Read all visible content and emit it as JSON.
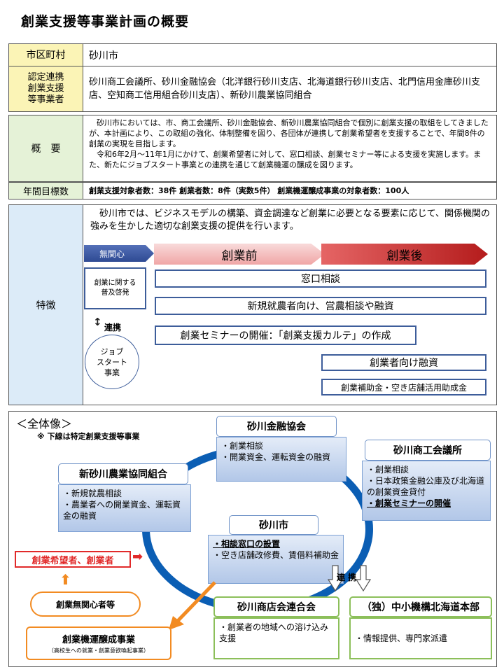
{
  "title": "創業支援等事業計画の概要",
  "info": {
    "municipality_label": "市区町村",
    "municipality": "砂川市",
    "partners_label": "認定連携\n創業支援\n等事業者",
    "partners": "砂川商工会議所、砂川金融協会（北洋銀行砂川支店、北海道銀行砂川支店、北門信用金庫砂川支店、空知商工信用組合砂川支店）、新砂川農業協同組合"
  },
  "summary": {
    "label": "概　要",
    "p1": "砂川市においては、市、商工会議所、砂川金融協会、新砂川農業協同組合で個別に創業支援の取組をしてきましたが、本計画により、この取組の強化、体制整備を図り、各団体が連携して創業希望者を支援することで、年間8件の創業の実現を目指します。",
    "p2": "令和6年2月～11年1月にかけて、創業希望者に対して、窓口相談、創業セミナー等による支援を実施します。また、新たにジョブスタート事業との連携を通じて創業機運の醸成を図ります。"
  },
  "target": {
    "label": "年間目標数",
    "text": "創業支援対象者数：38件  創業者数：8件（実数5件）  創業機運醸成事業の対象者数：100人"
  },
  "features": {
    "label": "特徴",
    "desc": "砂川市では、ビジネスモデルの構築、資金調達など創業に必要となる要素に応じて、関係機関の強みを生かした適切な創業支援の提供を行います。",
    "stage1": "無関心",
    "stage2": "創業前",
    "stage3": "創業後",
    "awareness": "創業に関する\n普及啓発",
    "link": "連携",
    "jobstart": "ジョブ\nスタート\n事業",
    "items": [
      "窓口相談",
      "新規就農者向け、営農相談や融資",
      "創業セミナーの開催：「創業支援カルテ」の作成",
      "創業者向け融資",
      "創業補助金・空き店舗活用助成金"
    ]
  },
  "overview": {
    "title": "＜全体像＞",
    "note": "※ 下線は特定創業支援等事業",
    "finance": {
      "name": "砂川金融協会",
      "items": [
        "・創業相談",
        "・開業資金、運転資金の融資"
      ]
    },
    "chamber": {
      "name": "砂川商工会議所",
      "items": [
        "・創業相談",
        "・日本政策金融公庫及び北海道の創業資金貸付",
        "・創業セミナーの開催"
      ]
    },
    "agri": {
      "name": "新砂川農業協同組合",
      "items": [
        "・新規就農相談",
        "・農業者への開業資金、運転資金の融資"
      ]
    },
    "city": {
      "name": "砂川市",
      "items": [
        "・相談窓口の設置",
        "・空き店舗改修費、賃借料補助金"
      ]
    },
    "shopping": {
      "name": "砂川商店会連合会",
      "items": [
        "・創業者の地域への溶け込み支援"
      ]
    },
    "smrj": {
      "name": "（独）中小機構北海道本部",
      "items": [
        "・情報提供、専門家派遣"
      ]
    },
    "coop": "連 携",
    "applicants": "創業希望者、創業者",
    "indifferent": "創業無関心者等",
    "momentum": "創業機運醸成事業",
    "momentum_sub": "（高校生への就業・創業意欲喚起事業）"
  }
}
